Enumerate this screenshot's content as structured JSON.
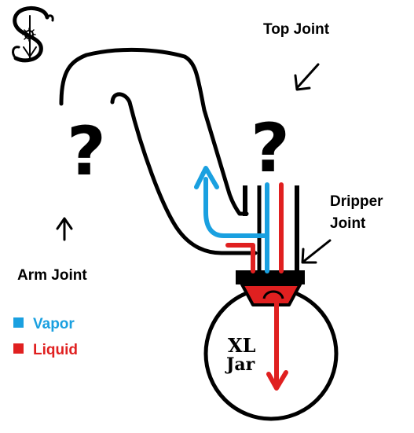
{
  "labels": {
    "top_joint": "Top Joint",
    "dripper_joint_line1": "Dripper",
    "dripper_joint_line2": "Joint",
    "arm_joint": "Arm Joint",
    "jar_line1": "XL",
    "jar_line2": "Jar",
    "question_mark": "?"
  },
  "legend": [
    {
      "label": "Vapor",
      "color": "#1aa0e0"
    },
    {
      "label": "Liquid",
      "color": "#e02020"
    }
  ],
  "colors": {
    "vapor": "#1aa0e0",
    "liquid": "#e02020",
    "outline": "#000000"
  },
  "icons": {
    "logo": "stylized-s-gear-logo",
    "pointer_arrows": "arrow-icon"
  }
}
